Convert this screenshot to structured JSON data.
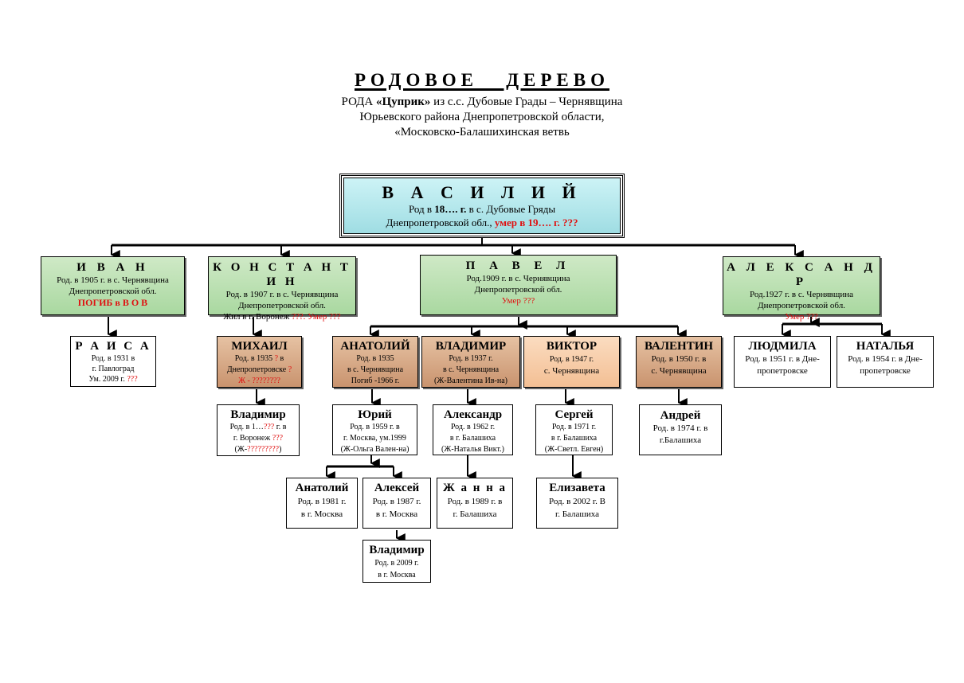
{
  "header": {
    "title": "РОДОВОЕ   ДЕРЕВО",
    "line1_prefix": "РОДА ",
    "line1_bold": "«Цуприк»",
    "line1_suffix": " из с.с. Дубовые Грады – Чернявщина",
    "line2": "Юрьевского района Днепропетровской области,",
    "line3": "«Московско-Балашихинская ветвь"
  },
  "root": {
    "name": "В А С И Л И Й",
    "line1_a": "Род в ",
    "line1_b": "18…. г.",
    "line1_c": " в с. Дубовые Гряды",
    "line2_a": "Днепропетровской обл., ",
    "line2_b": "умер в 19…. г. ???"
  },
  "gen1": {
    "ivan": {
      "name": "И В А Н",
      "l1": "Род. в 1905 г. в с. Чернявщина",
      "l2": "Днепропетровской обл.",
      "l3": "ПОГИБ в  В О В"
    },
    "konstantin": {
      "name": "К О Н С Т А Н Т И Н",
      "l1": "Род. в 1907 г. в с. Чернявщина",
      "l2": "Днепропетровской обл.",
      "l3a": "Жил в г. Воронеж ",
      "l3b": "???.  Умер ???"
    },
    "pavel": {
      "name": "П А В Е Л",
      "l1": "Род.1909 г. в с. Чернявщина",
      "l2": "Днепропетровской обл.",
      "l3": "Умер ???"
    },
    "aleksandr": {
      "name": "А Л Е К С А Н Д Р",
      "l1": "Род.1927 г. в с. Чернявщина",
      "l2": "Днепропетровской обл.",
      "l3": "Умер ???"
    }
  },
  "gen2": {
    "raisa": {
      "name": "Р А И С А",
      "l1": "Род. в 1931  в",
      "l2": "г. Павлоград",
      "l3a": "Ум. 2009 г. ",
      "l3b": "???"
    },
    "mikhail": {
      "name": "МИХАИЛ",
      "l1a": "Род. в 1935 ",
      "l1b": "? ",
      "l1c": "в",
      "l2a": "Днепропетровске ",
      "l2b": "?",
      "l3": "Ж - ????????"
    },
    "anatoliy": {
      "name": "АНАТОЛИЙ",
      "l1": "Род. в 1935",
      "l2": "в с. Чернявщина",
      "l3": "Погиб -1966 г."
    },
    "vladimir": {
      "name": "ВЛАДИМИР",
      "l1": "Род. в 1937 г.",
      "l2": "в с. Чернявщина",
      "l3": "(Ж-Валентина Ив-на)"
    },
    "viktor": {
      "name": "ВИКТОР",
      "l1": "Род. в 1947 г.",
      "l2": "с. Чернявщина"
    },
    "valentin": {
      "name": "ВАЛЕНТИН",
      "l1": "Род. в 1950 г. в",
      "l2": "с. Чернявщина"
    },
    "lyudmila": {
      "name": "ЛЮДМИЛА",
      "l1": "Род. в 1951 г. в Дне-",
      "l2": "пропетровске"
    },
    "natalya": {
      "name": "НАТАЛЬЯ",
      "l1": "Род. в 1954 г. в Дне-",
      "l2": "пропетровске"
    }
  },
  "gen3": {
    "vladimir_m": {
      "name": "Владимир",
      "l1a": "Род. в 1…",
      "l1b": "???",
      "l1c": " г. в",
      "l2a": "г. Воронеж ",
      "l2b": "???",
      "l3a": "(Ж-",
      "l3b": "?????????",
      "l3c": ")"
    },
    "yuriy": {
      "name": "Юрий",
      "l1": "Род. в 1959 г. в",
      "l2": "г. Москва, ум.1999",
      "l3": "(Ж-Ольга Вален-на)"
    },
    "aleksandr_v": {
      "name": "Александр",
      "l1": "Род. в 1962 г.",
      "l2": "в г. Балашиха",
      "l3": "(Ж-Наталья Викт.)"
    },
    "sergey": {
      "name": "Сергей",
      "l1": "Род. в 1971 г.",
      "l2": "в г. Балашиха",
      "l3": "(Ж-Светл. Евген)"
    },
    "andrey": {
      "name": "Андрей",
      "l1": "Род. в 1974 г. в",
      "l2": "г.Балашиха"
    }
  },
  "gen4": {
    "anatoliy_y": {
      "name": "Анатолий",
      "l1": "Род. в 1981 г.",
      "l2": "в г. Москва"
    },
    "aleksey": {
      "name": "Алексей",
      "l1": "Род. в 1987 г.",
      "l2": "в г. Москва"
    },
    "zhanna": {
      "name": "Ж а н н а",
      "l1": "Род. в 1989 г. в",
      "l2": "г. Балашиха"
    },
    "elizaveta": {
      "name": "Елизавета",
      "l1": "Род. в 2002 г. В",
      "l2": "г. Балашиха"
    }
  },
  "gen5": {
    "vladimir_a": {
      "name": "Владимир",
      "l1": "Род. в 2009 г.",
      "l2": "в г. Москва"
    }
  },
  "colors": {
    "accent_red": "#e01010",
    "green": "#a9d8a0",
    "cyan": "#9fdde3",
    "brown": "#c9936e",
    "peach": "#f3bf94"
  }
}
